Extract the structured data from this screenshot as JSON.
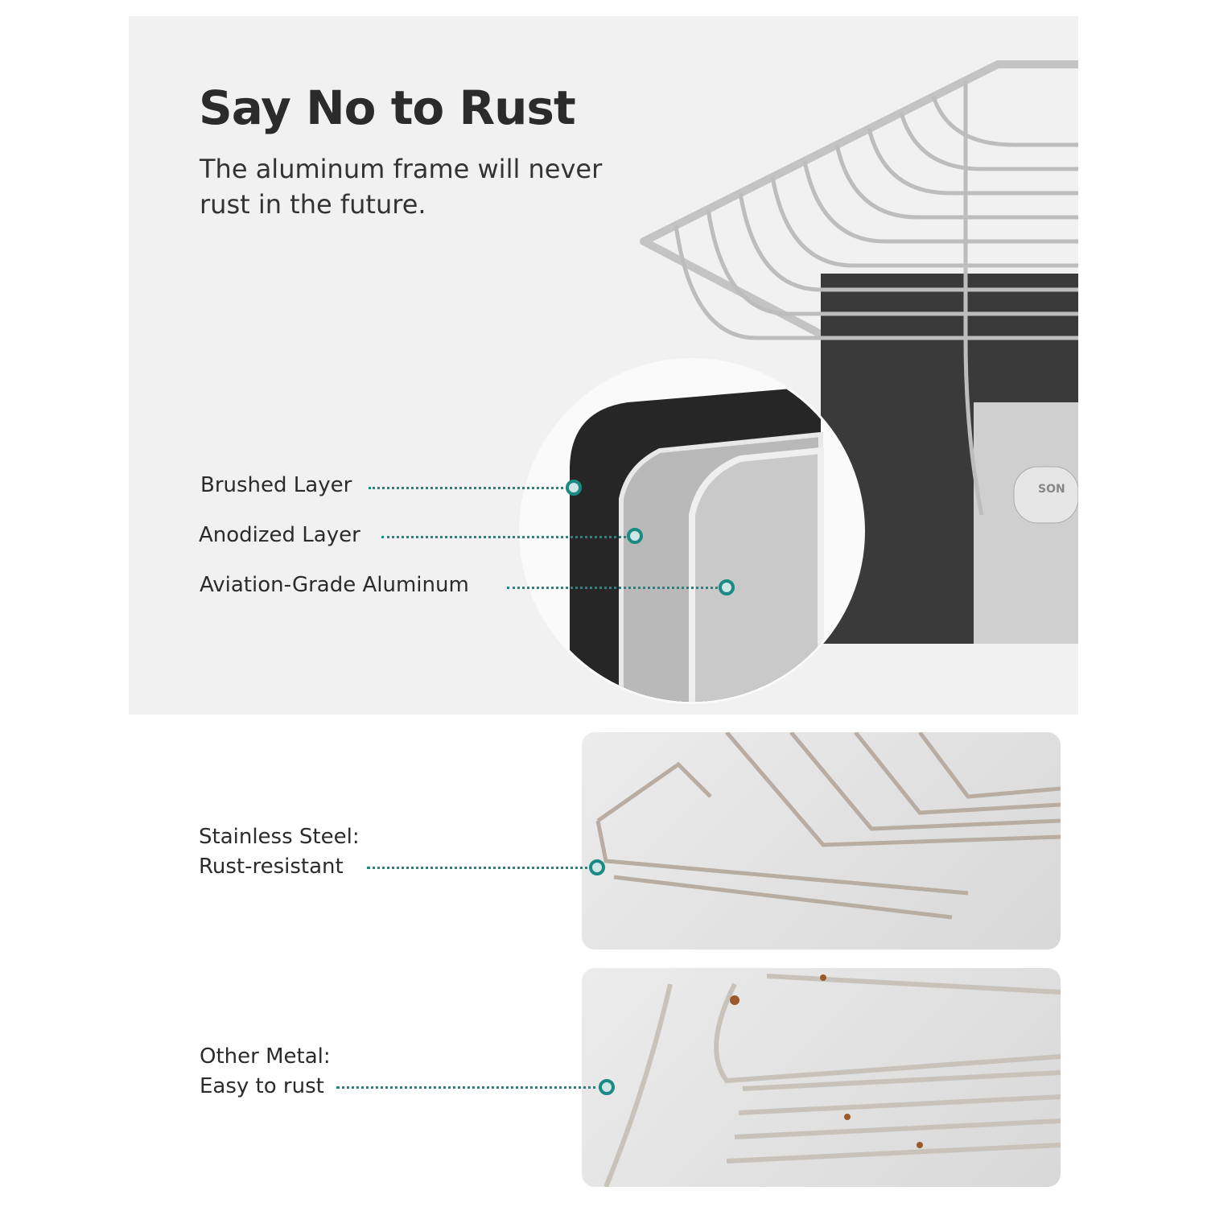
{
  "header": {
    "title": "Say No to Rust",
    "subtitle": "The aluminum frame will never rust in the future."
  },
  "layers": [
    {
      "label": "Brushed Layer"
    },
    {
      "label": "Anodized Layer"
    },
    {
      "label": "Aviation-Grade Aluminum"
    }
  ],
  "comparison": [
    {
      "label_line1": "Stainless Steel:",
      "label_line2": "Rust-resistant"
    },
    {
      "label_line1": "Other Metal:",
      "label_line2": "Easy to rust"
    }
  ],
  "product": {
    "logo_text": "SON"
  },
  "colors": {
    "accent": "#1a8a84",
    "panel": "#f1f1f1"
  }
}
